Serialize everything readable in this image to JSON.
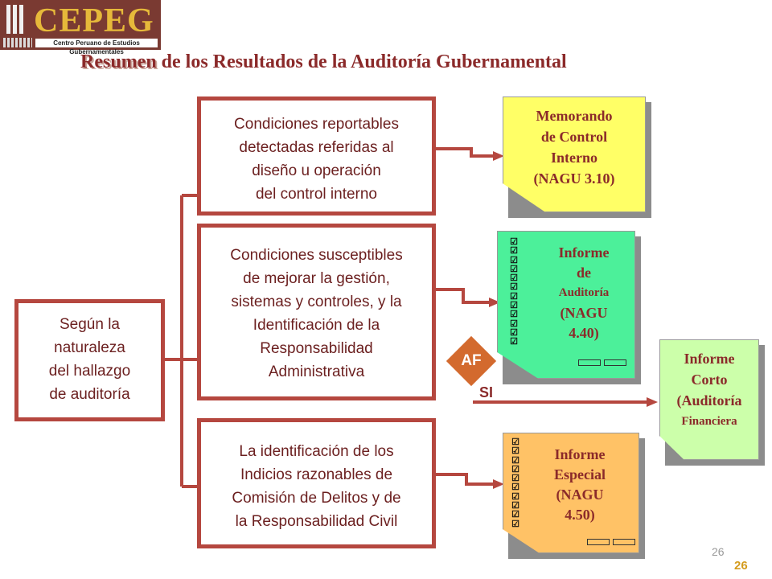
{
  "logo": {
    "name": "CEPEG",
    "subtitle": "Centro Peruano de Estudios Gubernamentales"
  },
  "title": {
    "highlight": "Resumen",
    "rest": " de los Resultados de la Auditoría Gubernamental"
  },
  "source_box": {
    "lines": [
      "Según la",
      "naturaleza",
      "del hallazgo",
      "de auditoría"
    ]
  },
  "conditions": [
    {
      "lines": [
        "Condiciones reportables",
        "detectadas referidas al",
        "diseño u operación",
        "del control interno"
      ]
    },
    {
      "lines": [
        "Condiciones susceptibles",
        "de mejorar la gestión,",
        "sistemas y controles, y la",
        "Identificación de la",
        "Responsabilidad",
        "Administrativa"
      ]
    },
    {
      "lines": [
        "La identificación de los",
        "Indicios razonables de",
        "Comisión de Delitos y de",
        "la Responsabilidad Civil"
      ]
    }
  ],
  "documents": {
    "memorando": {
      "lines": [
        "Memorando",
        "de Control",
        "Interno",
        "(NAGU 3.10)"
      ],
      "color": "#ffff66"
    },
    "informe_auditoria": {
      "lines": [
        "Informe",
        "de",
        "Auditoría",
        "(NAGU",
        "4.40)"
      ],
      "color": "#4cf09a"
    },
    "informe_corto": {
      "lines": [
        "Informe",
        "Corto",
        "(Auditoría",
        "Financiera"
      ],
      "color": "#ccffaa"
    },
    "informe_especial": {
      "lines": [
        "Informe",
        "Especial",
        "(NAGU",
        "4.50)"
      ],
      "color": "#ffc266"
    }
  },
  "decision": {
    "label": "AF",
    "branch_label": "SI",
    "color": "#d36a2e"
  },
  "checkbox_glyph": "☑",
  "connector_color": "#b5473f",
  "page_numbers": {
    "small": "26",
    "bold": "26"
  }
}
